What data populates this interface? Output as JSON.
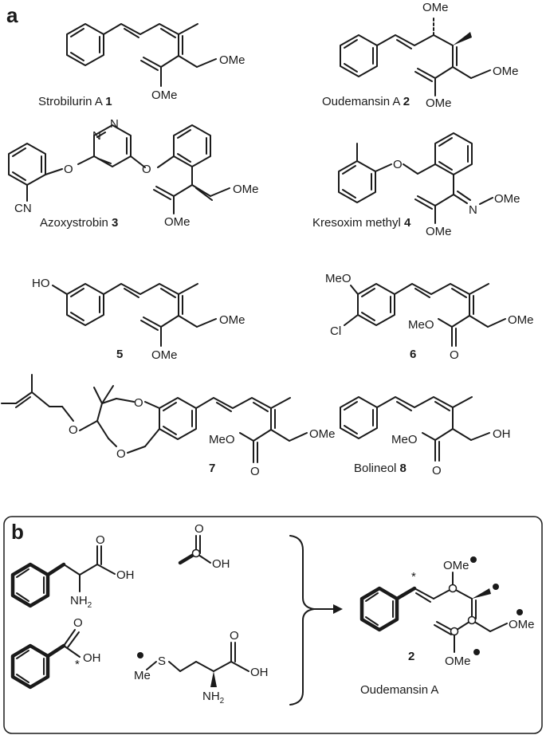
{
  "panels": {
    "a": "a",
    "b": "b"
  },
  "compounds": {
    "c1": {
      "name": "Strobilurin A",
      "num": "1"
    },
    "c2": {
      "name": "Oudemansin A",
      "num": "2"
    },
    "c3": {
      "name": "Azoxystrobin",
      "num": "3"
    },
    "c4": {
      "name": "Kresoxim methyl",
      "num": "4"
    },
    "c5": {
      "num": "5"
    },
    "c6": {
      "num": "6"
    },
    "c7": {
      "num": "7"
    },
    "c8": {
      "name": "Bolineol",
      "num": "8"
    }
  },
  "atoms": {
    "OMe": "OMe",
    "MeO": "MeO",
    "O": "O",
    "N": "N",
    "CN": "CN",
    "HO": "HO",
    "Cl": "Cl",
    "OH": "OH",
    "S": "S",
    "Me": "Me",
    "NH": "NH",
    "sub2": "2",
    "star": "*"
  },
  "panel_b": {
    "product_num": "2",
    "product_name": "Oudemansin A"
  }
}
